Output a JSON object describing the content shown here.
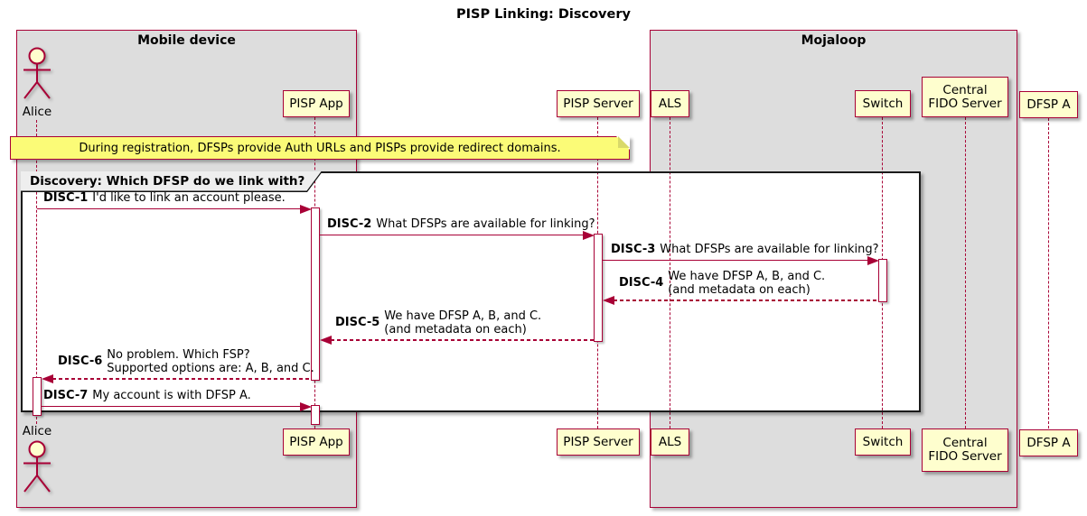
{
  "title": "PISP Linking: Discovery",
  "boxes": {
    "mobile": "Mobile device",
    "mojaloop": "Mojaloop"
  },
  "participants": [
    {
      "name": "Alice",
      "type": "actor"
    },
    {
      "name": "PISP App"
    },
    {
      "name": "PISP Server"
    },
    {
      "name": "ALS"
    },
    {
      "name": "Switch"
    },
    {
      "name": "Central\nFIDO Server"
    },
    {
      "name": "DFSP A"
    }
  ],
  "note": "During registration, DFSPs provide Auth URLs and PISPs provide redirect domains.",
  "frame_title": "Discovery: Which DFSP do we link with?",
  "messages": [
    {
      "id": "DISC-1",
      "text": "I'd like to link an account please.",
      "from": "Alice",
      "to": "PISP App",
      "line": "solid"
    },
    {
      "id": "DISC-2",
      "text": "What DFSPs are available for linking?",
      "from": "PISP App",
      "to": "PISP Server",
      "line": "solid"
    },
    {
      "id": "DISC-3",
      "text": "What DFSPs are available for linking?",
      "from": "PISP Server",
      "to": "Switch",
      "line": "solid"
    },
    {
      "id": "DISC-4",
      "text": "We have DFSP A, B, and C.\n(and metadata on each)",
      "from": "Switch",
      "to": "PISP Server",
      "line": "dashed"
    },
    {
      "id": "DISC-5",
      "text": "We have DFSP A, B, and C.\n(and metadata on each)",
      "from": "PISP Server",
      "to": "PISP App",
      "line": "dashed"
    },
    {
      "id": "DISC-6",
      "text": "No problem. Which FSP?\nSupported options are: A, B, and C.",
      "from": "PISP App",
      "to": "Alice",
      "line": "dashed"
    },
    {
      "id": "DISC-7",
      "text": "My account is with DFSP A.",
      "from": "Alice",
      "to": "PISP App",
      "line": "solid"
    }
  ],
  "colors": {
    "line": "#A80036",
    "participant_fill": "#FEFECE",
    "note_fill": "#FBFB77",
    "box_fill": "#DDDDDD",
    "frame_header_fill": "#EEEEEE",
    "frame_border": "#1B1B1B",
    "text": "#000000"
  }
}
